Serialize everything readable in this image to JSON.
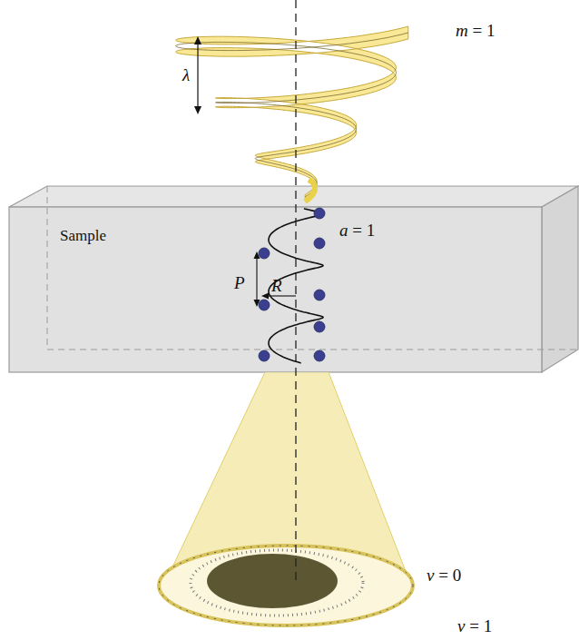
{
  "diagram": {
    "nodes": [
      {
        "text": [
          "Sample"
        ]
      }
    ],
    "labels": [
      "m = 1",
      "λ",
      "a = 1",
      "P",
      "R",
      "v = 0",
      "v = 1"
    ]
  }
}
